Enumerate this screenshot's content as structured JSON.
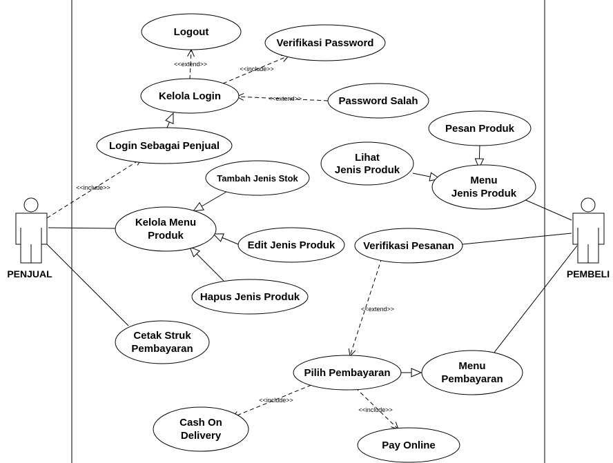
{
  "actors": {
    "penjual": "PENJUAL",
    "pembeli": "PEMBELI"
  },
  "use_cases": {
    "logout": [
      "Logout"
    ],
    "verifikasi_password": [
      "Verifikasi Password"
    ],
    "kelola_login": [
      "Kelola Login"
    ],
    "password_salah": [
      "Password Salah"
    ],
    "login_penjual": [
      "Login Sebagai Penjual"
    ],
    "pesan_produk": [
      "Pesan Produk"
    ],
    "lihat_jenis_produk": [
      "Lihat",
      "Jenis Produk"
    ],
    "menu_jenis_produk": [
      "Menu",
      "Jenis Produk"
    ],
    "tambah_jenis_stok": [
      "Tambah Jenis Stok"
    ],
    "kelola_menu_produk": [
      "Kelola Menu",
      "Produk"
    ],
    "edit_jenis_produk": [
      "Edit Jenis Produk"
    ],
    "verifikasi_pesanan": [
      "Verifikasi Pesanan"
    ],
    "hapus_jenis_produk": [
      "Hapus Jenis Produk"
    ],
    "cetak_struk": [
      "Cetak Struk",
      "Pembayaran"
    ],
    "pilih_pembayaran": [
      "Pilih Pembayaran"
    ],
    "menu_pembayaran": [
      "Menu",
      "Pembayaran"
    ],
    "cash_on_delivery": [
      "Cash On",
      "Delivery"
    ],
    "pay_online": [
      "Pay Online"
    ]
  },
  "stereotypes": {
    "extend_logout": "<<extend>>",
    "include_verifikasi": "<<include>>",
    "extend_password": "<<extend>>",
    "include_login": "<<include>>",
    "extend_pesanan": "<<extend>>",
    "include_cod": "<<include>>",
    "include_pay": "<<include>>"
  }
}
